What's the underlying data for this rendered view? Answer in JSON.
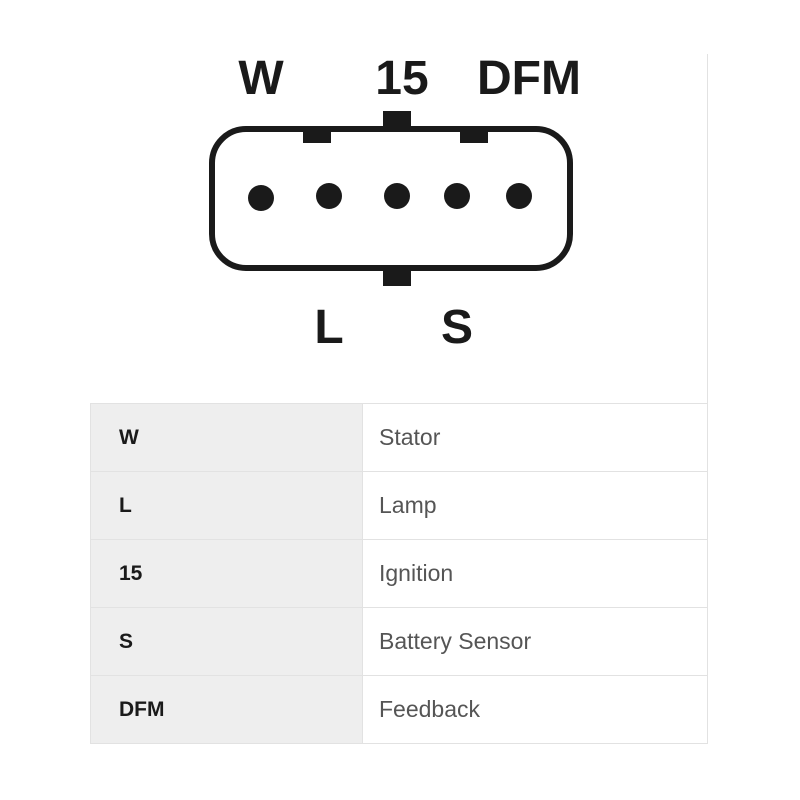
{
  "diagram": {
    "labels": {
      "w": "W",
      "fifteen": "15",
      "dfm": "DFM",
      "l": "L",
      "s": "S"
    },
    "pin_count": 5,
    "colors": {
      "stroke": "#1a1a1a",
      "pin": "#1a1a1a"
    }
  },
  "pin_table": {
    "rows": [
      {
        "code": "W",
        "description": "Stator"
      },
      {
        "code": "L",
        "description": "Lamp"
      },
      {
        "code": "15",
        "description": "Ignition"
      },
      {
        "code": "S",
        "description": "Battery Sensor"
      },
      {
        "code": "DFM",
        "description": "Feedback"
      }
    ],
    "colors": {
      "code_bg": "#eeeeee",
      "desc_bg": "#ffffff",
      "border": "#e2e2e2"
    }
  }
}
